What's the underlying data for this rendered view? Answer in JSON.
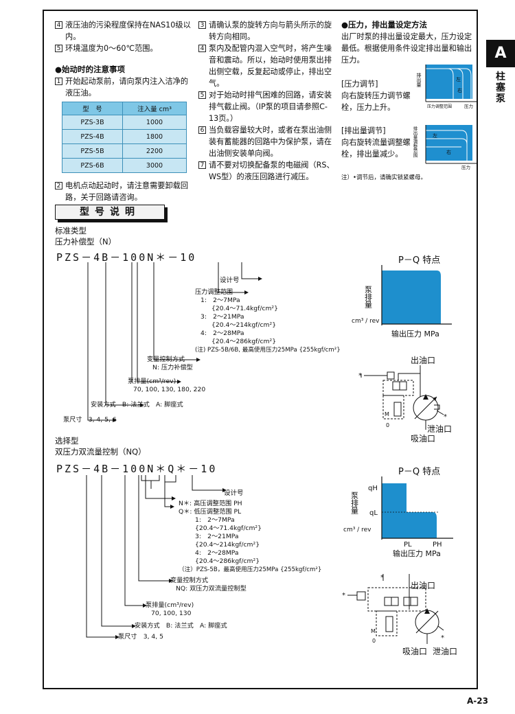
{
  "side": {
    "tab_letter": "A",
    "category": "柱塞泵"
  },
  "col1": {
    "notes_top": [
      {
        "num": "4",
        "text": "液压油的污染程度保持在NAS10级以内。"
      },
      {
        "num": "5",
        "text": "环境温度为0～60℃范围。"
      }
    ],
    "startup_heading": "●始动时的注意事项",
    "startup_notes": [
      {
        "num": "1",
        "text": "开始起动泵前，请向泵内注入洁净的液压油。"
      }
    ],
    "table": {
      "headers": [
        "型　号",
        "注入量 cm³"
      ],
      "rows": [
        [
          "PZS-3B",
          "1000"
        ],
        [
          "PZS-4B",
          "1800"
        ],
        [
          "PZS-5B",
          "2200"
        ],
        [
          "PZS-6B",
          "3000"
        ]
      ]
    },
    "note2": {
      "num": "2",
      "text": "电机点动起动时，请注意需要卸载回路，关于回路请咨询。"
    }
  },
  "col2": {
    "notes": [
      {
        "num": "3",
        "text": "请确认泵的旋转方向与箭头所示的旋转方向相同。"
      },
      {
        "num": "4",
        "text": "泵内及配管内混入空气时，将产生噪音和震动。所以，始动时使用泵出排出侧空载，反复起动或停止，排出空气。"
      },
      {
        "num": "5",
        "text": "对于始动时排气困难的回路，请安装排气截止阀。（IP泵的项目请参照C-13页。）"
      },
      {
        "num": "6",
        "text": "当负载容量较大时，或者在泵出油侧装有蓄能器的回路中为保护泵，请在出油侧安装单向阀。"
      },
      {
        "num": "7",
        "text": "请不要对切换配备泵的电磁阀（RS、WS型）的液压回路进行减压。"
      }
    ]
  },
  "col3": {
    "heading": "●压力，排出量设定方法",
    "intro": "出厂时泵的排出量设定最大，压力设定最低。根据使用条件设定排出量和输出压力。",
    "pressure_title": "[压力调节]",
    "pressure_text": "向右旋转压力调节螺栓，压力上升。",
    "flow_title": "[排出量调节]",
    "flow_text": "向右旋转流量调整螺栓，排出量减少。",
    "fig1": {
      "ylabel": "排出量",
      "xlabel": "压力调整范围",
      "axis": "压力",
      "left": "左",
      "right": "右"
    },
    "fig2": {
      "ylabel": "排出量调整范围",
      "axis": "压力",
      "left": "左",
      "right": "右"
    },
    "footnote": "注）•调节后，请确实锁紧螺母。"
  },
  "section_title": "型号说明",
  "std": {
    "type_label": "标准类型",
    "control_label": "压力补偿型（N）",
    "code": "PZS－4B－100N＊－10",
    "design_no": "设计号",
    "pressure_range_title": "压力调整范围",
    "pressure_ranges": [
      "1:　2～7MPa",
      "{20.4～71.4kgf/cm²}",
      "3:　2～21MPa",
      "{20.4～214kgf/cm²}",
      "4:　2～28MPa",
      "{20.4～286kgf/cm²}",
      "(注) PZS-5B/6B, 最高使用压力25MPa {255kgf/cm²}"
    ],
    "control_title": "变量控制方式",
    "control_value": "N:  压力补偿型",
    "displacement_title": "泵排量(cm³/rev)",
    "displacement_values": "70, 100, 130, 180, 220",
    "mounting": "安装方式　B:  法兰式　A:  脚座式",
    "size": "泵尺寸　3, 4, 5, 6",
    "pq_title": "P－Q 特点",
    "pq_ylabel": "泵排量",
    "pq_yunit": "cm³ / rev",
    "pq_xlabel": "输出压力 MPa",
    "circuit_out": "出油口",
    "circuit_drain": "泄油口",
    "circuit_in": "吸油口"
  },
  "sel": {
    "type_label": "选择型",
    "control_label": "双压力双流量控制（NQ）",
    "code": "PZS－4B－100N＊Q＊－10",
    "design_no": "设计号",
    "n_range": "N＊:  高压调整范围  PH",
    "q_range": "Q＊:  低压调整范围  PL",
    "pressure_ranges": [
      "1:　2～7MPa",
      "{20.4～71.4kgf/cm²}",
      "3:　2～21MPa",
      "{20.4～214kgf/cm²}",
      "4:　2～28MPa",
      "{20.4～286kgf/cm²}",
      "（注）PZS-5B，最高使用压力25MPa {255kgf/cm²}"
    ],
    "control_title": "变量控制方式",
    "control_value": "NQ:  双压力双流量控制型",
    "displacement_title": "泵排量(cm³/rev)",
    "displacement_values": "70, 100, 130",
    "mounting": "安装方式　B:  法兰式　A:  脚座式",
    "size": "泵尺寸　3, 4, 5",
    "pq_title": "P－Q 特点",
    "pq_ylabel": "泵排量",
    "pq_yunit": "cm³ / rev",
    "pq_qh": "qH",
    "pq_ql": "qL",
    "pq_pl": "PL",
    "pq_ph": "PH",
    "pq_xlabel": "输出压力 MPa",
    "circuit_out": "出油口",
    "circuit_in": "吸油口",
    "circuit_drain": "泄油口"
  },
  "page_number": "A-23"
}
